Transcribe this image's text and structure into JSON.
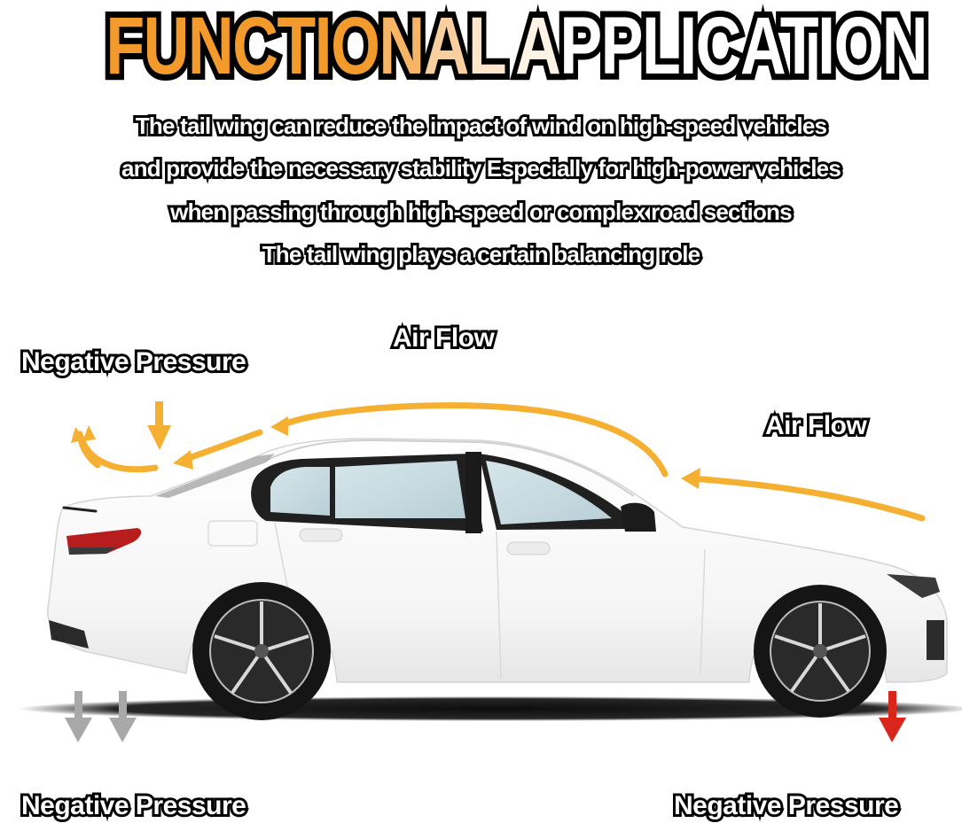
{
  "title": {
    "word1_parts": [
      "FUNCTIO",
      "N",
      "A",
      "L"
    ],
    "word2_first": "A",
    "word2_rest": "PPLICATION"
  },
  "description": {
    "lines": [
      "The tail wing can reduce the impact of wind on high-speed vehicles",
      "and provide the necessary stability Especially for high-power vehicles",
      "when passing through high-speed or complex road sections",
      "The tail wing plays a certain balancing role"
    ]
  },
  "labels": {
    "negative_pressure_top": "Negative Pressure",
    "air_flow_top": "Air Flow",
    "air_flow_right": "Air Flow",
    "negative_pressure_bottom_left": "Negative Pressure",
    "negative_pressure_bottom_right": "Negative Pressure"
  },
  "colors": {
    "accent_orange": "#f5b031",
    "title_orange": "#f39a2c",
    "arrow_gray": "#a8a8a8",
    "arrow_red": "#d9261c",
    "car_body": "#ffffff",
    "glass": "#c9dde3"
  },
  "icons": {
    "airflow_arrows": "orange-curved-arrows",
    "downforce_arrow_top": "orange-down-arrow",
    "rear_pressure_arrows": "gray-down-arrows",
    "front_pressure_arrow": "red-down-arrow"
  }
}
